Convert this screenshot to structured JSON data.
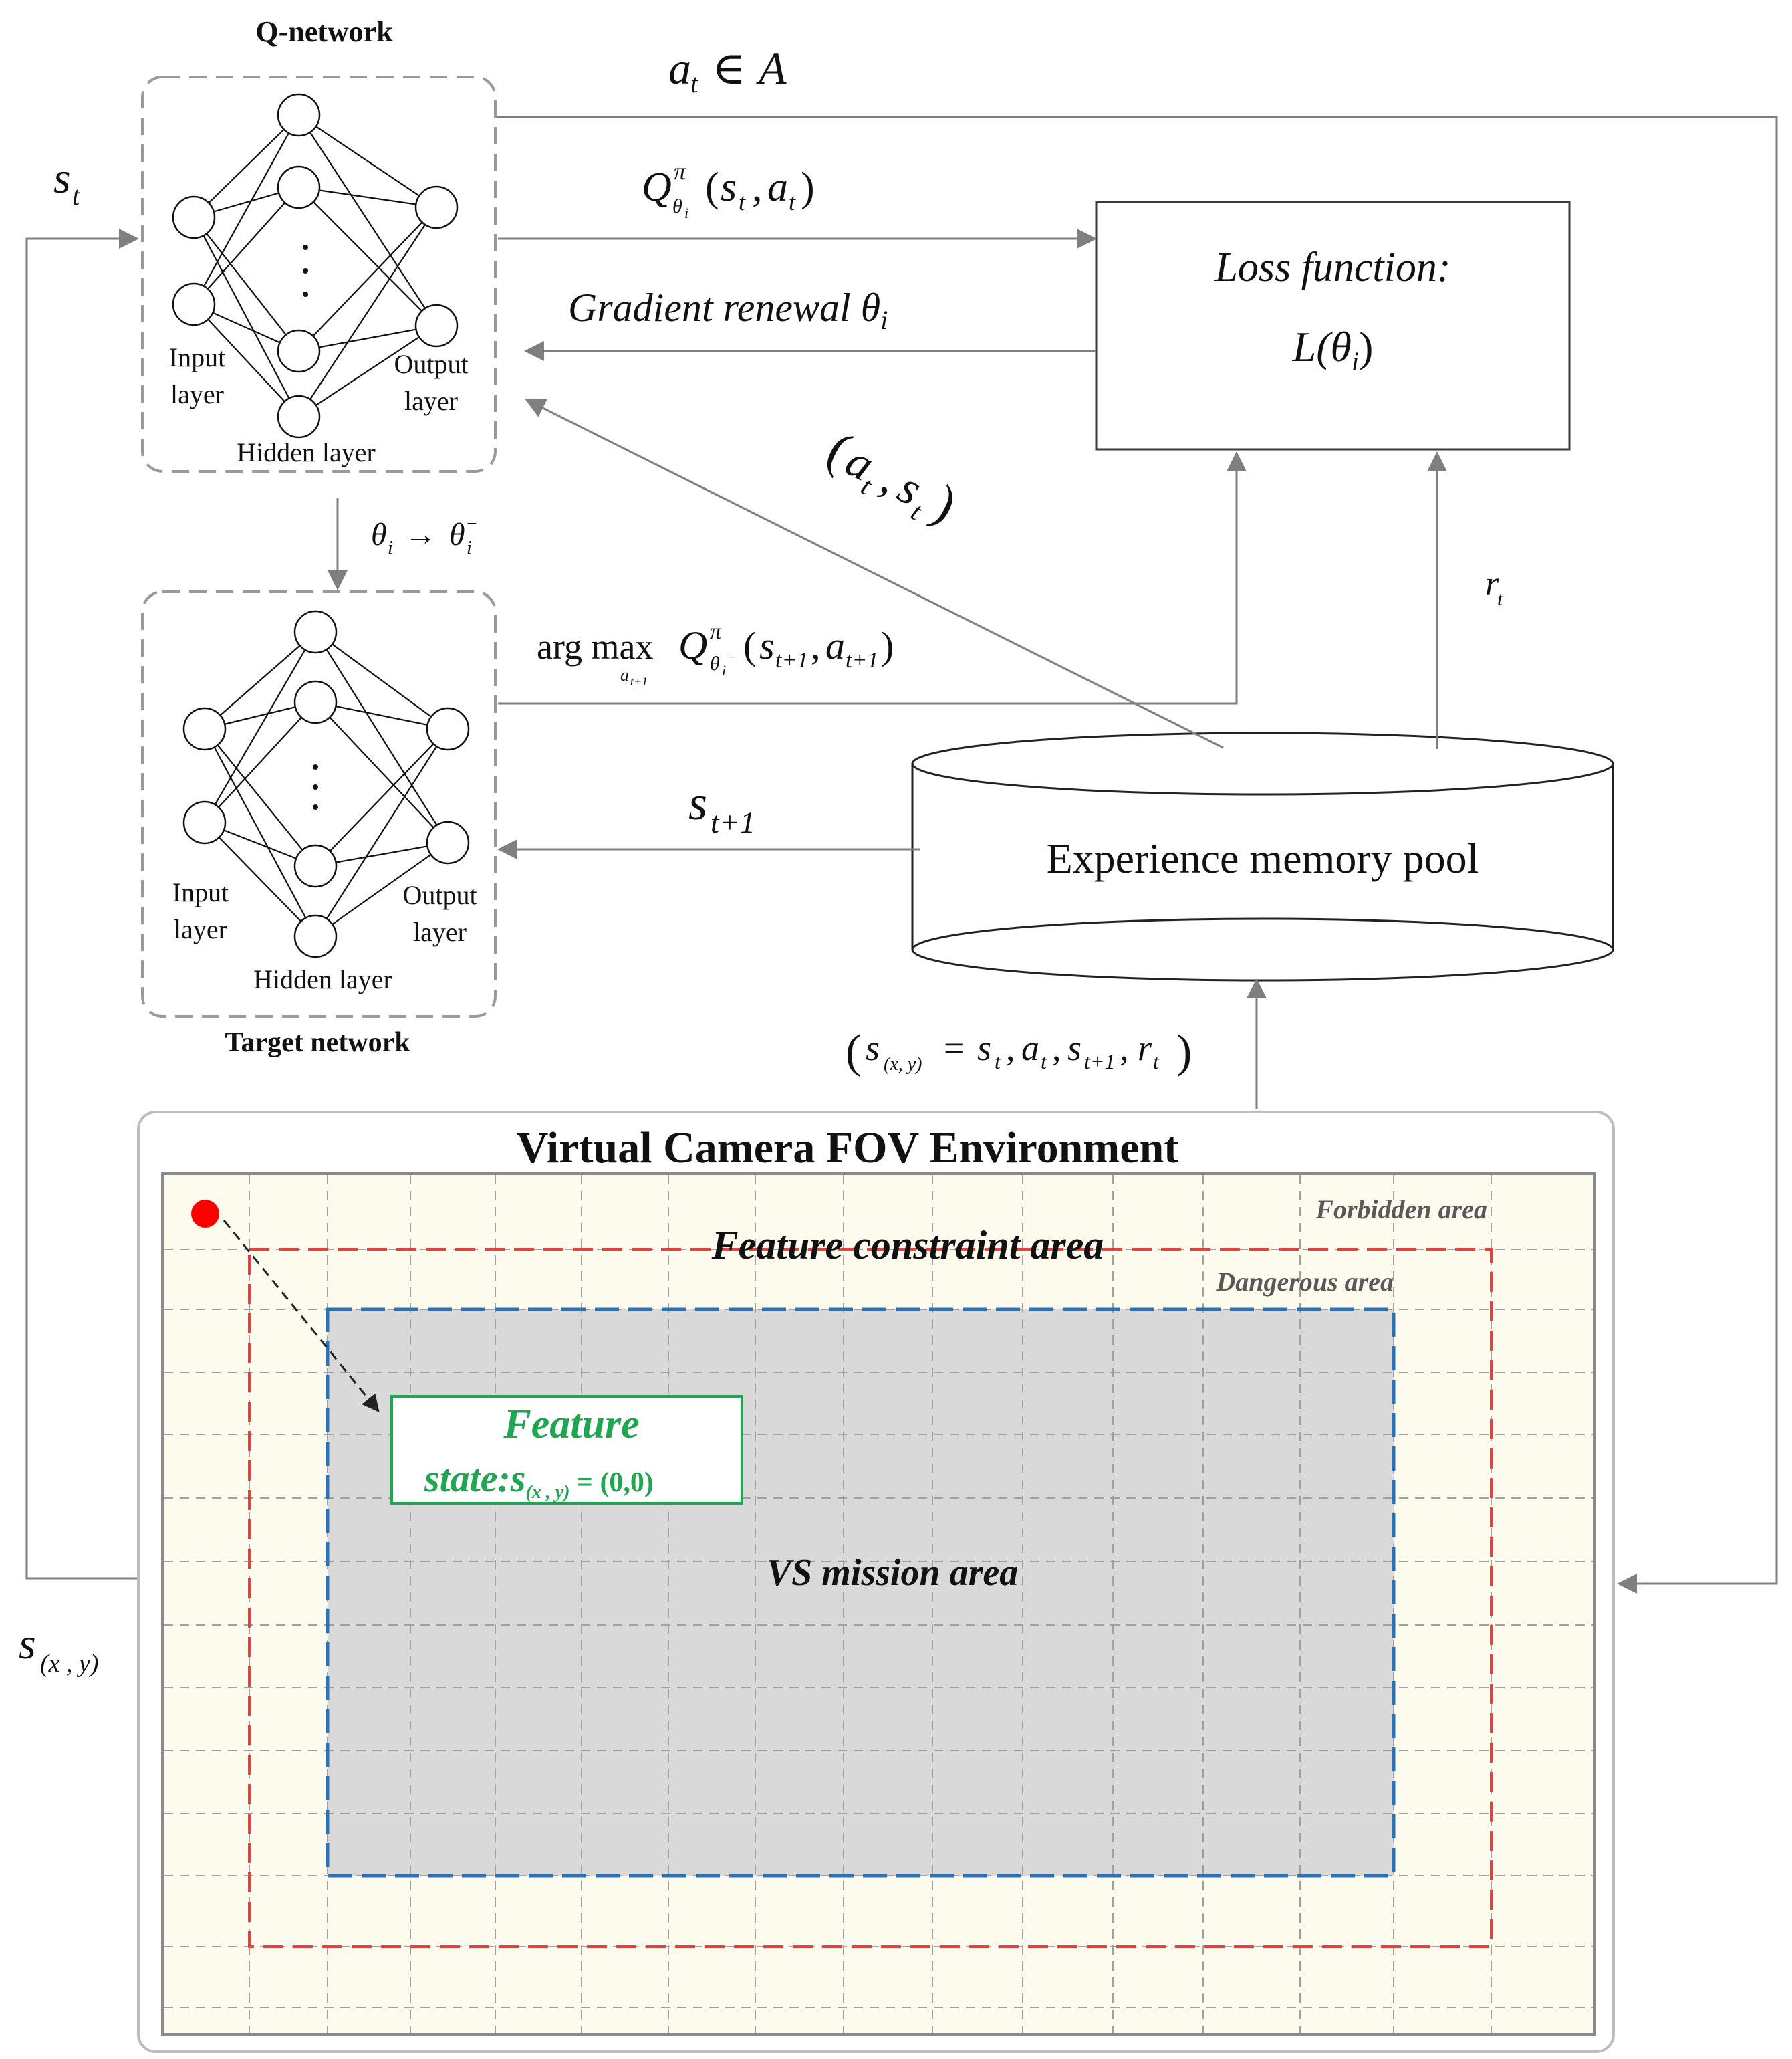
{
  "q_network": {
    "title": "Q-network",
    "input_label": [
      "Input",
      "layer"
    ],
    "hidden_label": "Hidden layer",
    "output_label": [
      "Output",
      "layer"
    ]
  },
  "target_network": {
    "title": "Target network",
    "input_label": [
      "Input",
      "layer"
    ],
    "hidden_label": "Hidden layer",
    "output_label": [
      "Output",
      "layer"
    ]
  },
  "loss_box": {
    "line1": "Loss function:",
    "line2_prefix": "L(θ",
    "line2_sub": "i",
    "line2_suffix": ")"
  },
  "memory_pool": {
    "label": "Experience memory pool"
  },
  "flow_labels": {
    "action": "a_t ∈ A",
    "state": "s_t",
    "q_value": "Q^π_θi(s_t, a_t)",
    "gradient": "Gradient renewal θ",
    "gradient_sub": "i",
    "param_copy": "θ_i → θ_i⁻",
    "action_state_pair": "(a_t, s_t)",
    "argmax_prefix": "arg max",
    "argmax_under": "a_t+1",
    "argmax_expr": "Q^π_θi⁻(s_t+1, a_t+1)",
    "next_state": "s_t+1",
    "reward": "r_t",
    "transition": "(s_(x,y) = s_t, a_t, s_t+1, r_t)",
    "feature_state": "s_(x,y)"
  },
  "environment": {
    "title": "Virtual Camera FOV Environment",
    "forbidden_label": "Forbidden area",
    "feature_constraint_label": "Feature constraint area",
    "dangerous_label": "Dangerous area",
    "mission_label": "VS mission area",
    "feature_state_line1": "Feature",
    "feature_state_line2_prefix": "state:s",
    "feature_state_line2_sub": "(x , y)",
    "feature_state_line2_suffix": " = (0,0)"
  },
  "colors": {
    "line": "#7f7f7f",
    "box_border": "#3a3a3a",
    "env_fill": "#fdfbee",
    "mission_fill": "#d9d9d9",
    "red_dash": "#e8403a",
    "blue_dash": "#2a72b8",
    "green": "#1fa651",
    "dot": "#ff0000"
  }
}
